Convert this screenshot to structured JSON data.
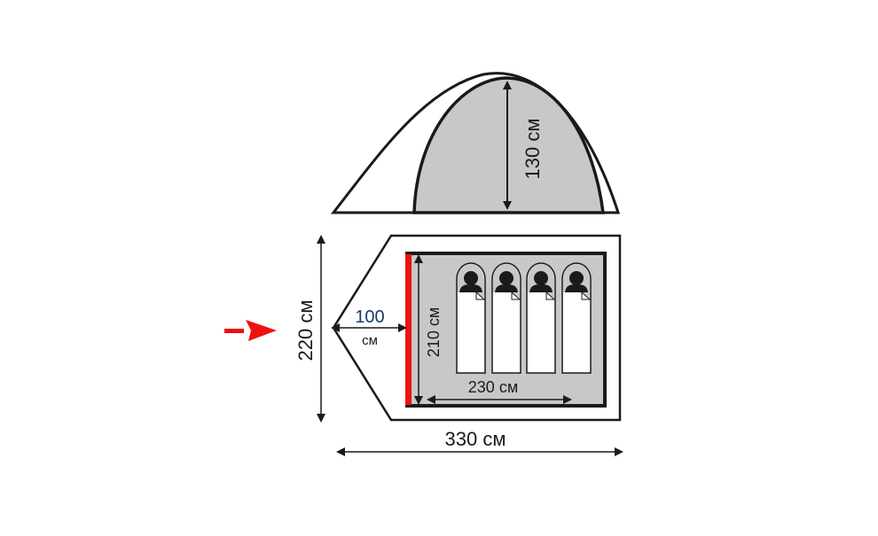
{
  "diagram": {
    "type": "tent-dimensions",
    "colors": {
      "outline": "#1a1a1a",
      "inner_fill": "#c8c8c8",
      "background": "#ffffff",
      "entrance_marker": "#ee1111",
      "entrance_arrow": "#ee1111",
      "dim_text": "#1a1a1a",
      "dim_text_accent": "#1a3a6a"
    },
    "side_view": {
      "height_label": "130 см"
    },
    "floor_plan": {
      "width_label": "220 см",
      "vestibule_value": "100",
      "vestibule_unit": "см",
      "inner_length_label": "210 см",
      "inner_width_label": "230 см",
      "total_length_label": "330 см",
      "sleeping_places": 4
    },
    "entrance_arrow": {
      "direction": "right"
    }
  }
}
